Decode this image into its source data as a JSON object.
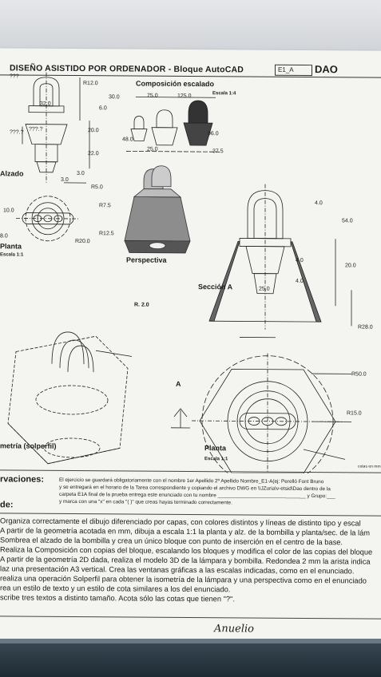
{
  "header": {
    "title": "DISEÑO ASISTIDO POR ORDENADOR - Bloque AutoCAD",
    "code": "E1_A",
    "badge": "DAO"
  },
  "drawings": {
    "alzado": {
      "label": "Alzado",
      "dims": [
        "???",
        "R12.0",
        "30.0",
        "32.0",
        "6.0",
        "???.?",
        "20.0",
        "???.?",
        "22.0",
        "3.0",
        "3.0"
      ]
    },
    "composicion": {
      "label": "Composición  escalado",
      "scale": "Escala 1:4",
      "dims": [
        "75.0",
        "125.0",
        "48.0",
        "25.0",
        "96.0",
        "37.5"
      ]
    },
    "planta_small": {
      "label": "Planta",
      "scale": "Escala 1:1",
      "dims": [
        "R5.0",
        "R7.5",
        "10.0",
        "R12.5",
        "8.0",
        "R20.0"
      ]
    },
    "perspectiva": {
      "label": "Perspectiva"
    },
    "seccion": {
      "label": "Sección A",
      "dims": [
        "4.0",
        "54.0",
        "4.0",
        "20.0",
        "4.0",
        "25.0"
      ]
    },
    "isometria": {
      "label": "metría (solperfil)",
      "dims": [
        "R. 2.0"
      ]
    },
    "arrow": {
      "label": "A"
    },
    "planta_large": {
      "label": "Planta",
      "scale": "Escala 1:1",
      "dims": [
        "R28.0",
        "R50.0",
        "R15.0"
      ],
      "note": "cotas en mm"
    }
  },
  "observaciones": {
    "heading": "rvaciones:",
    "lines": [
      "El ejercicio se guardará obligatoriamente con el nombre  1er Apellido 2º Apellido Nombre_E1-A(ej: Perelló Font Bruno",
      "y se entregará en el horario de la Tarea correspondiente y copiando el archivo DWG en \\\\JZuria\\v-etsid\\Dao dentro de la",
      "carpeta E1A final de la prueba entrega este enunciado con tu nombre _______________________________ y Grupo:___",
      "y marca con una \"x\" en cada \"( )\" que creas hayas terminado correctamente."
    ]
  },
  "enunciado": {
    "heading": "de:",
    "lines": [
      "Organiza correctamente el dibujo diferenciado por capas, con colores distintos y líneas de distinto tipo y escal",
      "A partir de la geometría acotada en mm, dibuja a escala 1:1  la planta y alz. de la bombilla y planta/sec. de la lám",
      "Sombrea el alzado de la bombilla y crea un único bloque con punto de inserción en el centro de la base.",
      "Realiza la Composición con copias del bloque, escalando los bloques y modifica el color de las copias del bloque",
      "A partir de la geometría 2D dada, realiza el modelo 3D de la lámpara y bombilla. Redondea 2 mm la arista indica",
      "laz una presentación A3 vertical. Crea las ventanas gráficas a las escalas indicadas, como en el enunciado.",
      "realiza una operación Solperfil para obtener la isometría de la lámpara y una perspectiva como en el enunciado",
      "rea un estilo de texto y un estilo de cota similares a los del enunciado.",
      "scribe tres textos a distinto tamaño. Acota sólo las cotas que tienen \"?\"."
    ]
  },
  "signature": "Anuelio"
}
